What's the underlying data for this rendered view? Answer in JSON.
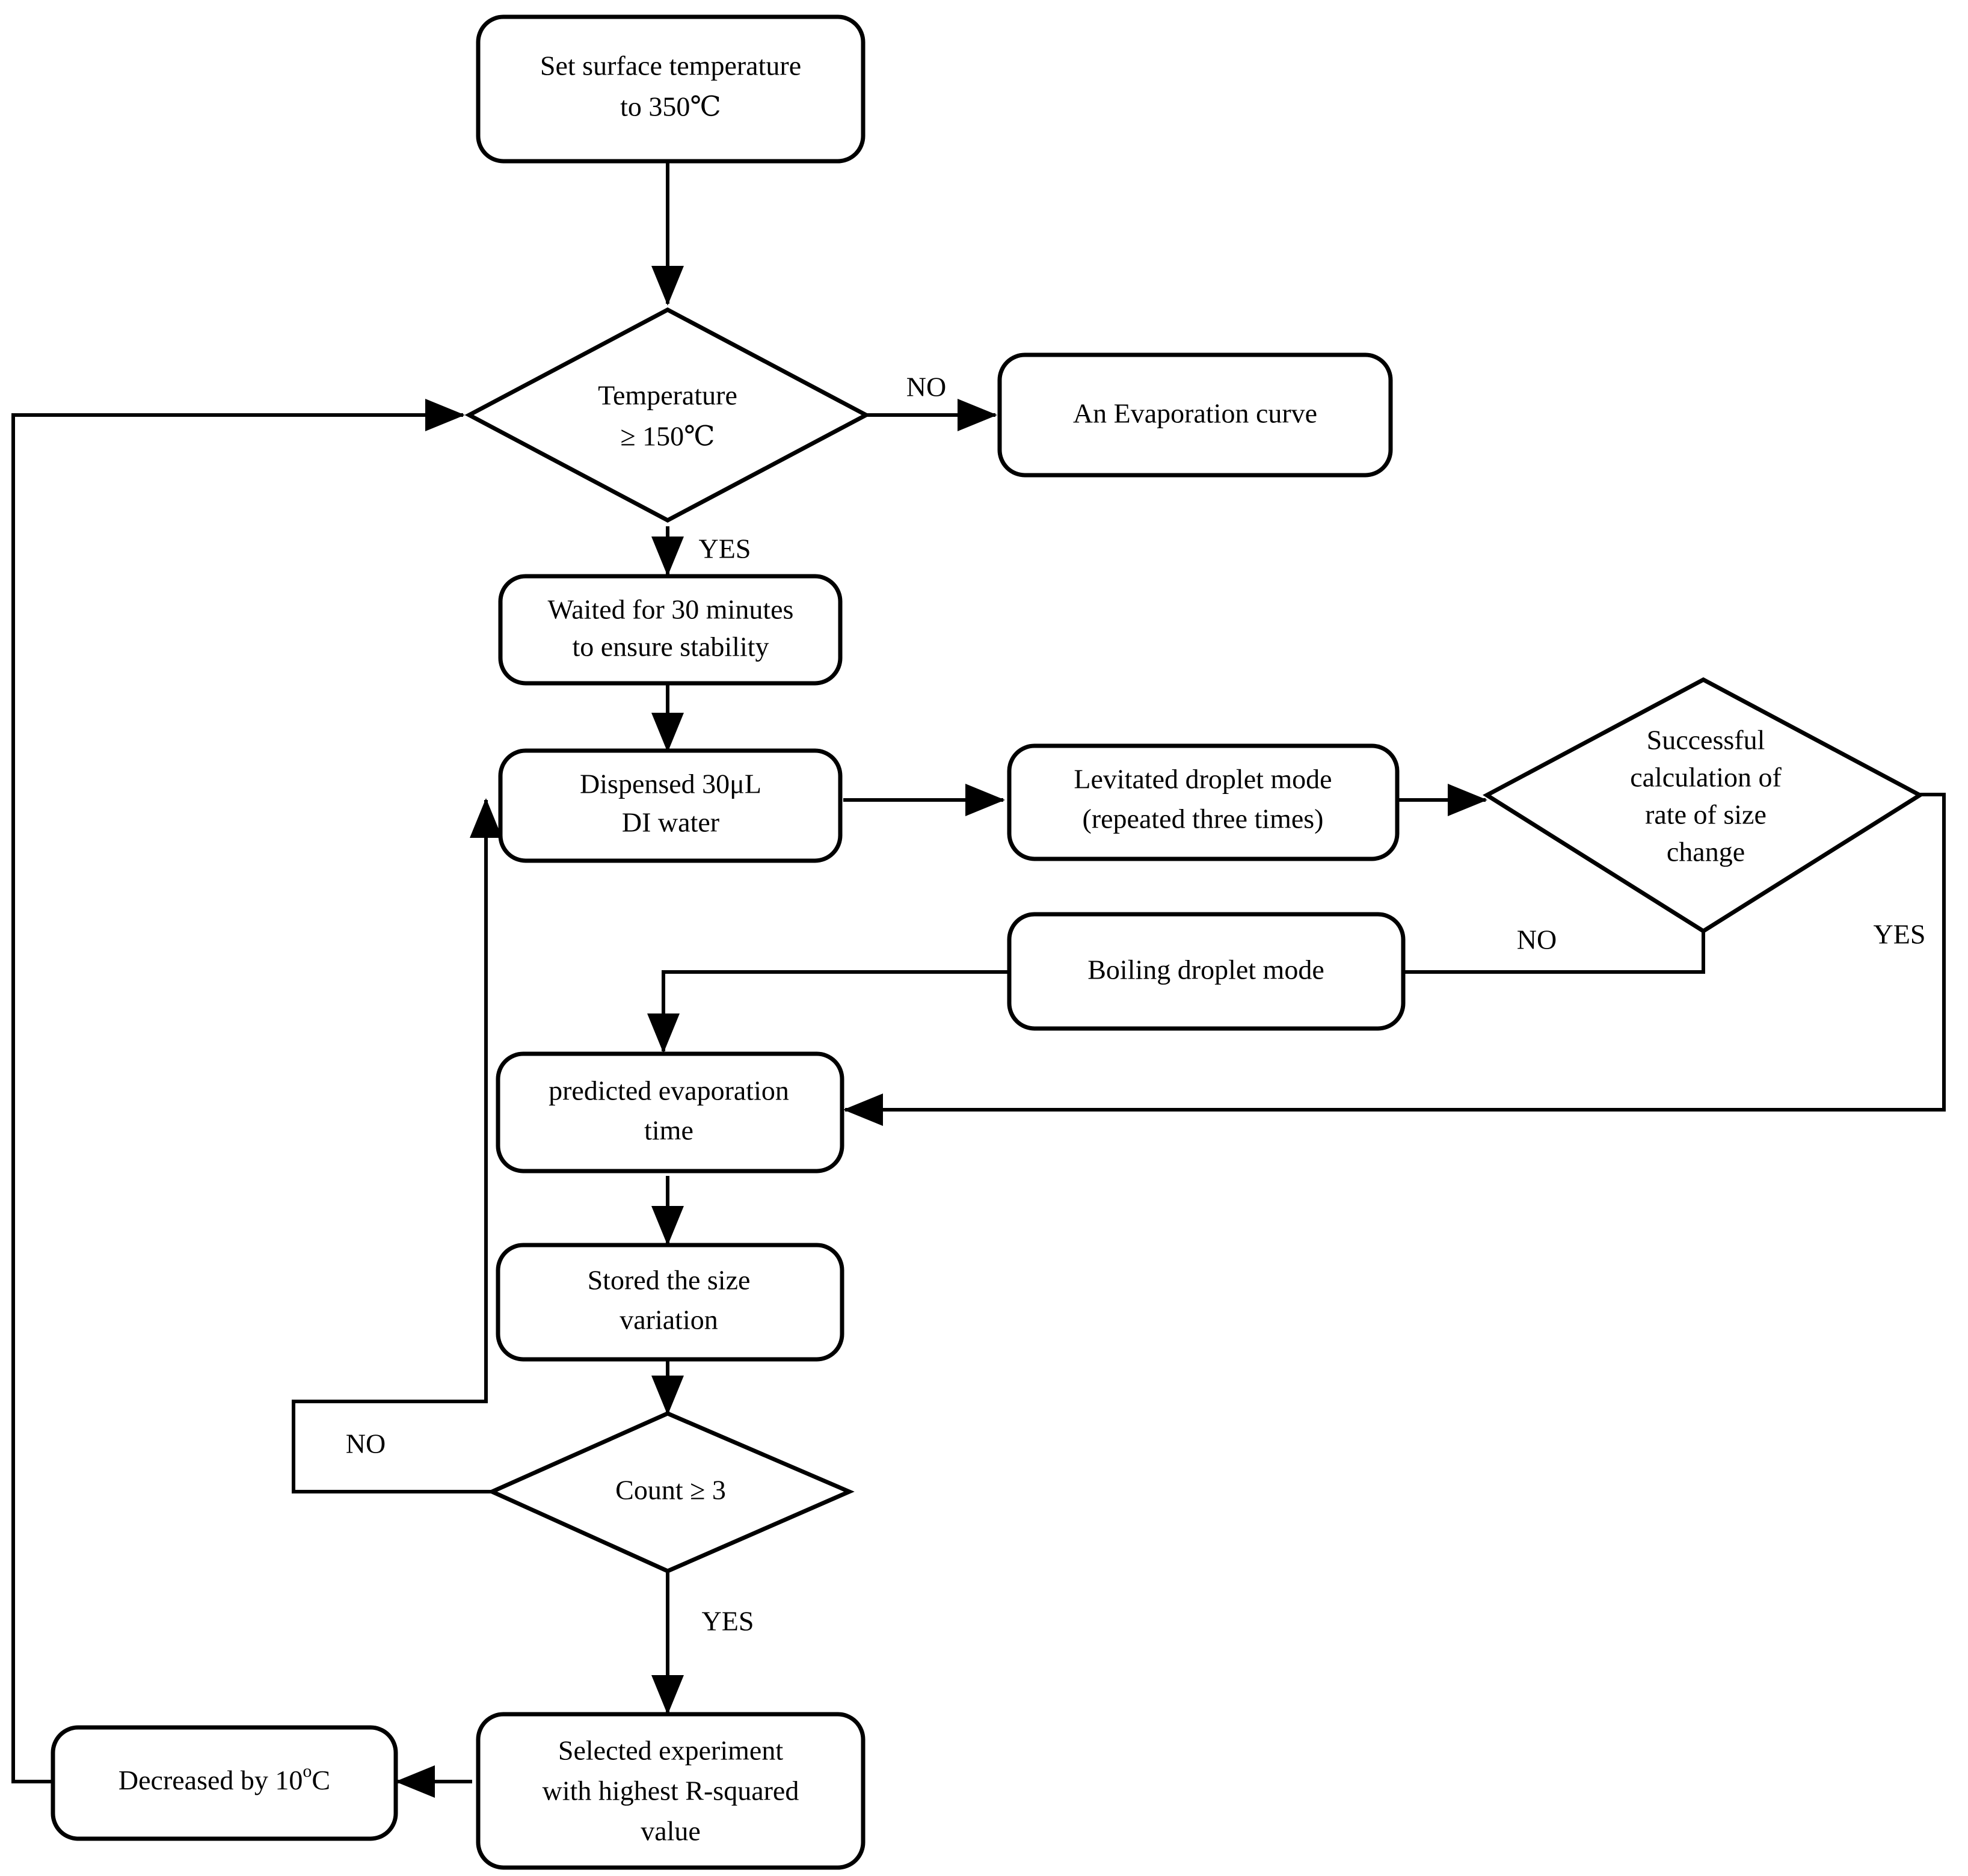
{
  "diagram": {
    "title": "Droplet evaporation experiment procedure flowchart",
    "type": "flowchart",
    "background_color": "#ffffff",
    "stroke_color": "#000000",
    "fill_color": "#ffffff"
  },
  "nodes": {
    "set_temp": {
      "shape": "rounded-rectangle",
      "line1": "Set surface temperature",
      "line2": "to 350℃"
    },
    "temp_check": {
      "shape": "diamond",
      "line1": "Temperature",
      "line2": "≥ 150℃"
    },
    "evap_curve": {
      "shape": "rounded-rectangle",
      "line1": "An Evaporation curve"
    },
    "waited": {
      "shape": "rounded-rectangle",
      "line1": "Waited for 30 minutes",
      "line2": "to ensure stability"
    },
    "dispensed": {
      "shape": "rounded-rectangle",
      "line1": "Dispensed 30μL",
      "line2": "DI water"
    },
    "levitated": {
      "shape": "rounded-rectangle",
      "line1": "Levitated droplet mode",
      "line2": "(repeated three times)"
    },
    "calc_check": {
      "shape": "diamond",
      "line1": "Successful",
      "line2": "calculation of",
      "line3": "rate of size",
      "line4": "change"
    },
    "boiling": {
      "shape": "rounded-rectangle",
      "line1": "Boiling droplet mode"
    },
    "predicted_time": {
      "shape": "rounded-rectangle",
      "line1": "predicted evaporation",
      "line2": "time"
    },
    "stored": {
      "shape": "rounded-rectangle",
      "line1": "Stored the size",
      "line2": "variation"
    },
    "count_check": {
      "shape": "diamond",
      "line1": "Count ≥ 3"
    },
    "selected": {
      "shape": "rounded-rectangle",
      "line1": "Selected experiment",
      "line2": "with highest R-squared",
      "line3": "value"
    },
    "decreased": {
      "shape": "rounded-rectangle",
      "line1_prefix": "Decreased by 10",
      "line1_sup": "o",
      "line1_suffix": "C"
    }
  },
  "edge_labels": {
    "temp_no": "NO",
    "temp_yes": "YES",
    "calc_no": "NO",
    "calc_yes": "YES",
    "count_no": "NO",
    "count_yes": "YES"
  }
}
